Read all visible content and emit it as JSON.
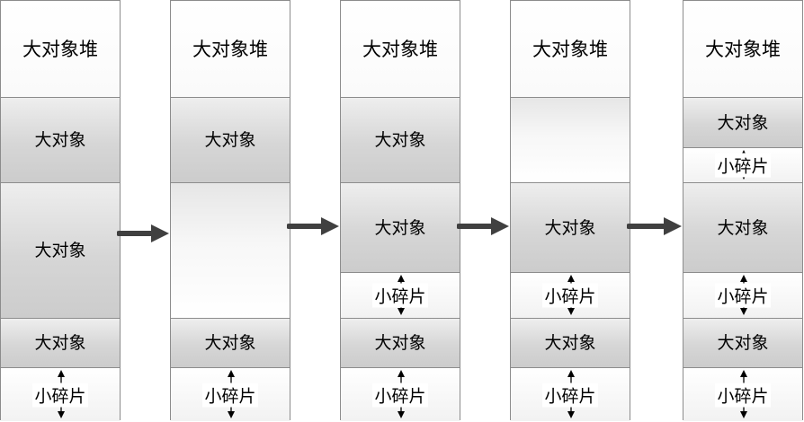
{
  "diagram": {
    "columns": [
      {
        "segments": [
          {
            "kind": "heap",
            "label": "大对象堆"
          },
          {
            "kind": "obj",
            "label": "大对象"
          },
          {
            "kind": "obj",
            "label": "大对象"
          },
          {
            "kind": "obj",
            "label": "大对象"
          },
          {
            "kind": "frag",
            "label": "小碎片"
          }
        ]
      },
      {
        "segments": [
          {
            "kind": "heap",
            "label": "大对象堆"
          },
          {
            "kind": "obj",
            "label": "大对象"
          },
          {
            "kind": "empty",
            "label": ""
          },
          {
            "kind": "obj",
            "label": "大对象"
          },
          {
            "kind": "frag",
            "label": "小碎片"
          }
        ]
      },
      {
        "segments": [
          {
            "kind": "heap",
            "label": "大对象堆"
          },
          {
            "kind": "obj",
            "label": "大对象"
          },
          {
            "kind": "obj",
            "label": "大对象"
          },
          {
            "kind": "frag",
            "label": "小碎片"
          },
          {
            "kind": "obj",
            "label": "大对象"
          },
          {
            "kind": "frag",
            "label": "小碎片"
          }
        ]
      },
      {
        "segments": [
          {
            "kind": "heap",
            "label": "大对象堆"
          },
          {
            "kind": "empty",
            "label": ""
          },
          {
            "kind": "obj",
            "label": "大对象"
          },
          {
            "kind": "frag",
            "label": "小碎片"
          },
          {
            "kind": "obj",
            "label": "大对象"
          },
          {
            "kind": "frag",
            "label": "小碎片"
          }
        ]
      },
      {
        "segments": [
          {
            "kind": "heap",
            "label": "大对象堆"
          },
          {
            "kind": "obj",
            "label": "大对象"
          },
          {
            "kind": "frag",
            "label": "小碎片"
          },
          {
            "kind": "obj",
            "label": "大对象"
          },
          {
            "kind": "frag",
            "label": "小碎片"
          },
          {
            "kind": "obj",
            "label": "大对象"
          },
          {
            "kind": "frag",
            "label": "小碎片"
          }
        ]
      }
    ],
    "colors": {
      "border": "#8c8c8c",
      "arrow": "#404040",
      "text": "#000000"
    }
  }
}
